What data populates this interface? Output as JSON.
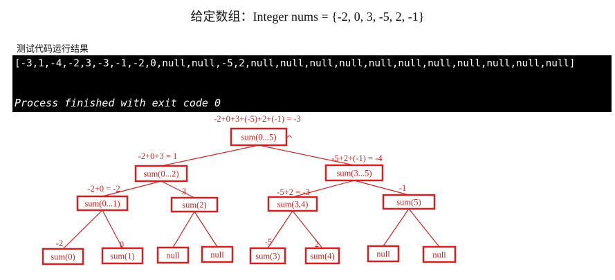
{
  "title": "给定数组：Integer nums = {-2,  0,  3,  -5,  2,  -1}",
  "test_label": "测试代码运行结果",
  "console": {
    "output": "[-3,1,-4,-2,3,-3,-1,-2,0,null,null,-5,2,null,null,null,null,null,null,null,null,null,null,null]",
    "exit_message": "Process finished with exit code 0"
  },
  "colors": {
    "red": "#d42020",
    "console_bg": "#000000",
    "console_text": "#ffffff"
  },
  "tree": {
    "nodes": [
      {
        "id": "n0",
        "label": "sum(0...5)",
        "annotation": "-2+0+3+(-5)+2+(-1) = -3"
      },
      {
        "id": "n1",
        "label": "sum(0...2)",
        "annotation": "-2+0+3 = 1"
      },
      {
        "id": "n2",
        "label": "sum(3...5)",
        "annotation": "-5+2+(-1) = -4"
      },
      {
        "id": "n3",
        "label": "sum(0...1)",
        "annotation": "-2+0 = -2"
      },
      {
        "id": "n4",
        "label": "sum(2)",
        "annotation": "3"
      },
      {
        "id": "n5",
        "label": "sum(3,4)",
        "annotation": "-5+2 = -3"
      },
      {
        "id": "n6",
        "label": "sum(5)",
        "annotation": "-1"
      },
      {
        "id": "n7",
        "label": "sum(0)",
        "annotation": "-2"
      },
      {
        "id": "n8",
        "label": "sum(1)",
        "annotation": "0"
      },
      {
        "id": "n9",
        "label": "null",
        "annotation": ""
      },
      {
        "id": "n10",
        "label": "null",
        "annotation": ""
      },
      {
        "id": "n11",
        "label": "sum(3)",
        "annotation": "-5"
      },
      {
        "id": "n12",
        "label": "sum(4)",
        "annotation": "2"
      },
      {
        "id": "n13",
        "label": "null",
        "annotation": ""
      },
      {
        "id": "n14",
        "label": "null",
        "annotation": ""
      }
    ],
    "edges": [
      [
        "n0",
        "n1"
      ],
      [
        "n0",
        "n2"
      ],
      [
        "n1",
        "n3"
      ],
      [
        "n1",
        "n4"
      ],
      [
        "n2",
        "n5"
      ],
      [
        "n2",
        "n6"
      ],
      [
        "n3",
        "n7"
      ],
      [
        "n3",
        "n8"
      ],
      [
        "n4",
        "n9"
      ],
      [
        "n4",
        "n10"
      ],
      [
        "n5",
        "n11"
      ],
      [
        "n5",
        "n12"
      ],
      [
        "n6",
        "n13"
      ],
      [
        "n6",
        "n14"
      ]
    ]
  }
}
